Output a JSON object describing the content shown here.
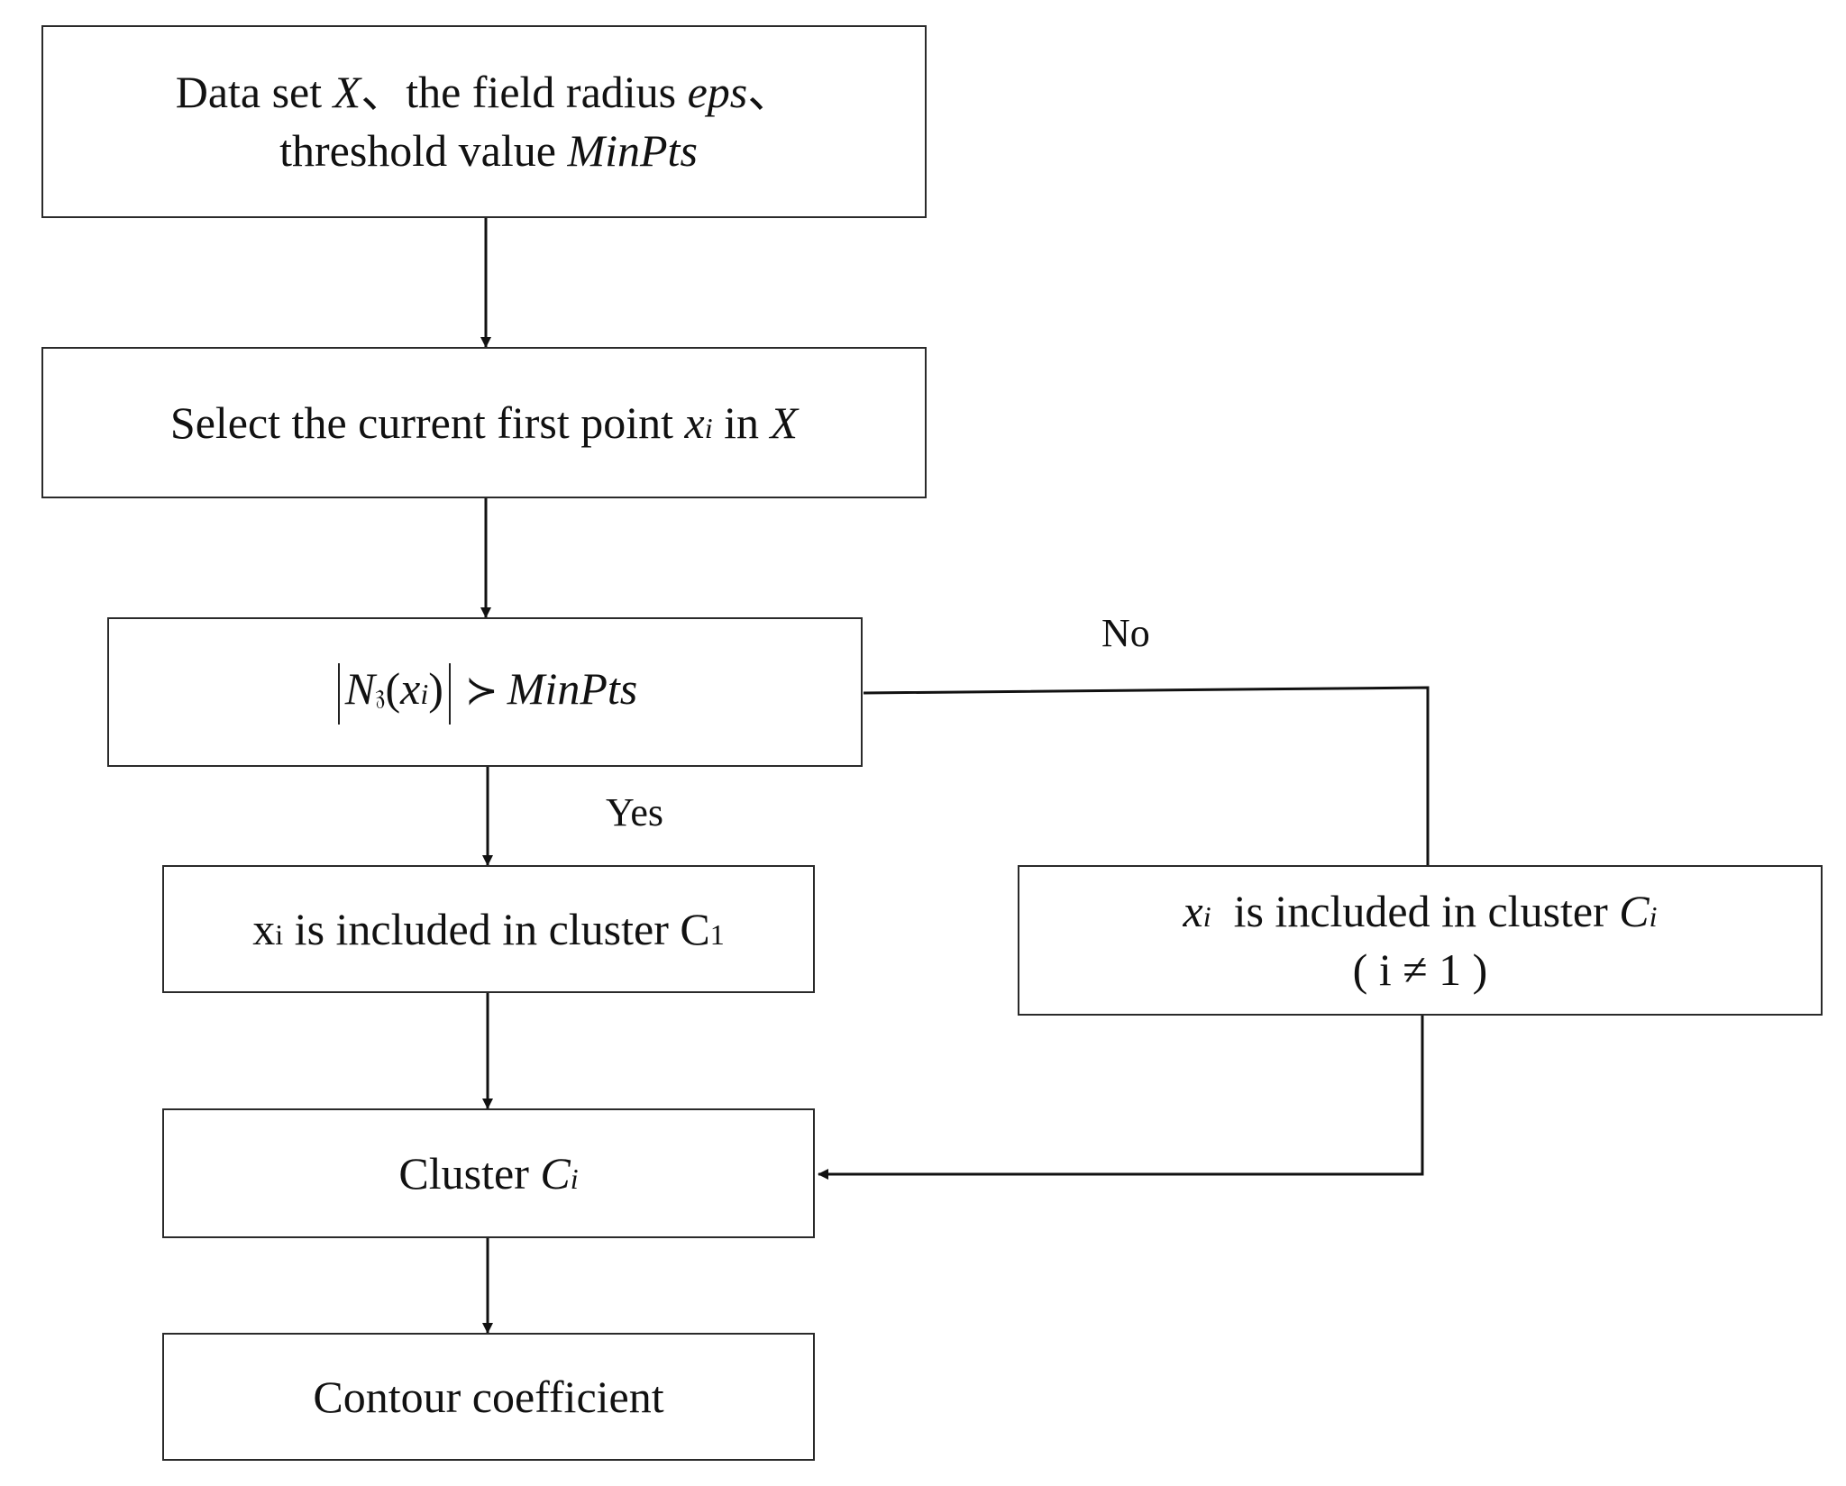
{
  "nodes": {
    "input": {
      "line1": {
        "t1": "Data set ",
        "v1": "X",
        "t2": "、the field radius ",
        "v2": "eps",
        "t3": "、"
      },
      "line2": {
        "t1": "threshold value ",
        "v1": "MinPts"
      }
    },
    "select": {
      "t1": "Select the current first point ",
      "v1": "x",
      "s1": "i",
      "t2": " in ",
      "v2": "X"
    },
    "condition": {
      "n": "N",
      "nsub": "𝔷",
      "lp": "(",
      "x": "x",
      "xsub": "i",
      "rp": ")",
      "op": "≻",
      "rhs": "MinPts"
    },
    "include_c1": {
      "t1": "x",
      "s1": "i",
      "t2": " is included in cluster C",
      "s2": "1"
    },
    "include_ci": {
      "line1": {
        "v1": "x",
        "s1": "i",
        "t1": "  is included in cluster ",
        "v2": "C",
        "s2": "i"
      },
      "line2": "( i ≠ 1 )"
    },
    "cluster": {
      "t1": "Cluster ",
      "v1": "C",
      "s1": "i"
    },
    "contour": "Contour coefficient"
  },
  "edge_labels": {
    "yes": "Yes",
    "no": "No"
  }
}
